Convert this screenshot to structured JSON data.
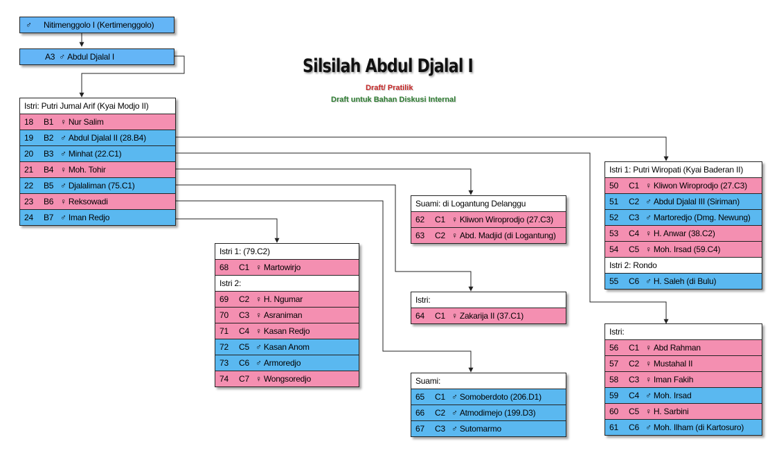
{
  "header": {
    "title": "Silsilah Abdul Djalal I",
    "subtitle1": "Draft/ Pratilik",
    "subtitle2": "Draft untuk Bahan Diskusi Internal"
  },
  "colors": {
    "male": "#5ab8f0",
    "female": "#f48fb1",
    "header": "#ffffff",
    "ancestor": "#64b5f6"
  },
  "symbols": {
    "male": "♂",
    "female": "♀"
  },
  "ancestors": [
    {
      "code": "",
      "gender": "male",
      "name": "Nitimenggolo I (Kertimenggolo)"
    },
    {
      "code": "A3",
      "gender": "male",
      "name": "Abdul Djalal I"
    }
  ],
  "families": [
    {
      "id": "main",
      "headers": [
        "Istri: Putri Jumal Arif (Kyai Modjo II)"
      ],
      "groups": [
        [
          {
            "num": "18",
            "code": "B1",
            "gender": "female",
            "name": "Nur Salim"
          },
          {
            "num": "19",
            "code": "B2",
            "gender": "male",
            "name": "Abdul Djalal II (28.B4)"
          },
          {
            "num": "20",
            "code": "B3",
            "gender": "male",
            "name": "Minhat (22.C1)"
          },
          {
            "num": "21",
            "code": "B4",
            "gender": "female",
            "name": "Moh. Tohir"
          },
          {
            "num": "22",
            "code": "B5",
            "gender": "male",
            "name": "Djalaliman (75.C1)"
          },
          {
            "num": "23",
            "code": "B6",
            "gender": "female",
            "name": "Reksowadi"
          },
          {
            "num": "24",
            "code": "B7",
            "gender": "male",
            "name": "Iman Redjo"
          }
        ]
      ]
    },
    {
      "id": "b7",
      "headers": [
        "Istri 1: (79.C2)",
        "Istri 2:"
      ],
      "groups": [
        [
          {
            "num": "68",
            "code": "C1",
            "gender": "female",
            "name": "Martowirjo"
          }
        ],
        [
          {
            "num": "69",
            "code": "C2",
            "gender": "female",
            "name": "H. Ngumar"
          },
          {
            "num": "70",
            "code": "C3",
            "gender": "female",
            "name": "Asraniman"
          },
          {
            "num": "71",
            "code": "C4",
            "gender": "female",
            "name": "Kasan Redjo"
          },
          {
            "num": "72",
            "code": "C5",
            "gender": "male",
            "name": "Kasan Anom"
          },
          {
            "num": "73",
            "code": "C6",
            "gender": "male",
            "name": "Armoredjo"
          },
          {
            "num": "74",
            "code": "C7",
            "gender": "female",
            "name": "Wongsoredjo"
          }
        ]
      ]
    },
    {
      "id": "b1",
      "headers": [
        "Suami: di Logantung Delanggu"
      ],
      "groups": [
        [
          {
            "num": "62",
            "code": "C1",
            "gender": "female",
            "name": "Kliwon Wiroprodjo (27.C3)"
          },
          {
            "num": "63",
            "code": "C2",
            "gender": "female",
            "name": "Abd. Madjid (di Logantung)"
          }
        ]
      ]
    },
    {
      "id": "b5",
      "headers": [
        "Istri:"
      ],
      "groups": [
        [
          {
            "num": "64",
            "code": "C1",
            "gender": "female",
            "name": "Zakarija II (37.C1)"
          }
        ]
      ]
    },
    {
      "id": "b6",
      "headers": [
        "Suami:"
      ],
      "groups": [
        [
          {
            "num": "65",
            "code": "C1",
            "gender": "male",
            "name": "Somoberdoto (206.D1)"
          },
          {
            "num": "66",
            "code": "C2",
            "gender": "male",
            "name": "Atmodimejo (199.D3)"
          },
          {
            "num": "67",
            "code": "C3",
            "gender": "male",
            "name": "Sutomarmo"
          }
        ]
      ]
    },
    {
      "id": "b2",
      "headers": [
        "Istri 1: Putri Wiropati (Kyai Baderan II)",
        "Istri 2: Rondo"
      ],
      "groups": [
        [
          {
            "num": "50",
            "code": "C1",
            "gender": "female",
            "name": "Kliwon Wiroprodjo (27.C3)"
          },
          {
            "num": "51",
            "code": "C2",
            "gender": "male",
            "name": "Abdul Djalal III (Siriman)"
          },
          {
            "num": "52",
            "code": "C3",
            "gender": "male",
            "name": "Martoredjo (Dmg. Newung)"
          },
          {
            "num": "53",
            "code": "C4",
            "gender": "female",
            "name": "H. Anwar (38.C2)"
          },
          {
            "num": "54",
            "code": "C5",
            "gender": "female",
            "name": "Moh. Irsad (59.C4)"
          }
        ],
        [
          {
            "num": "55",
            "code": "C6",
            "gender": "male",
            "name": "H. Saleh (di Bulu)"
          }
        ]
      ]
    },
    {
      "id": "b3",
      "headers": [
        "Istri:"
      ],
      "groups": [
        [
          {
            "num": "56",
            "code": "C1",
            "gender": "female",
            "name": "Abd Rahman"
          },
          {
            "num": "57",
            "code": "C2",
            "gender": "female",
            "name": "Mustahal II"
          },
          {
            "num": "58",
            "code": "C3",
            "gender": "female",
            "name": "Iman Fakih"
          },
          {
            "num": "59",
            "code": "C4",
            "gender": "male",
            "name": "Moh. Irsad"
          },
          {
            "num": "60",
            "code": "C5",
            "gender": "female",
            "name": "H. Sarbini"
          },
          {
            "num": "61",
            "code": "C6",
            "gender": "male",
            "name": "Moh. Ilham (di Kartosuro)"
          }
        ]
      ]
    }
  ]
}
